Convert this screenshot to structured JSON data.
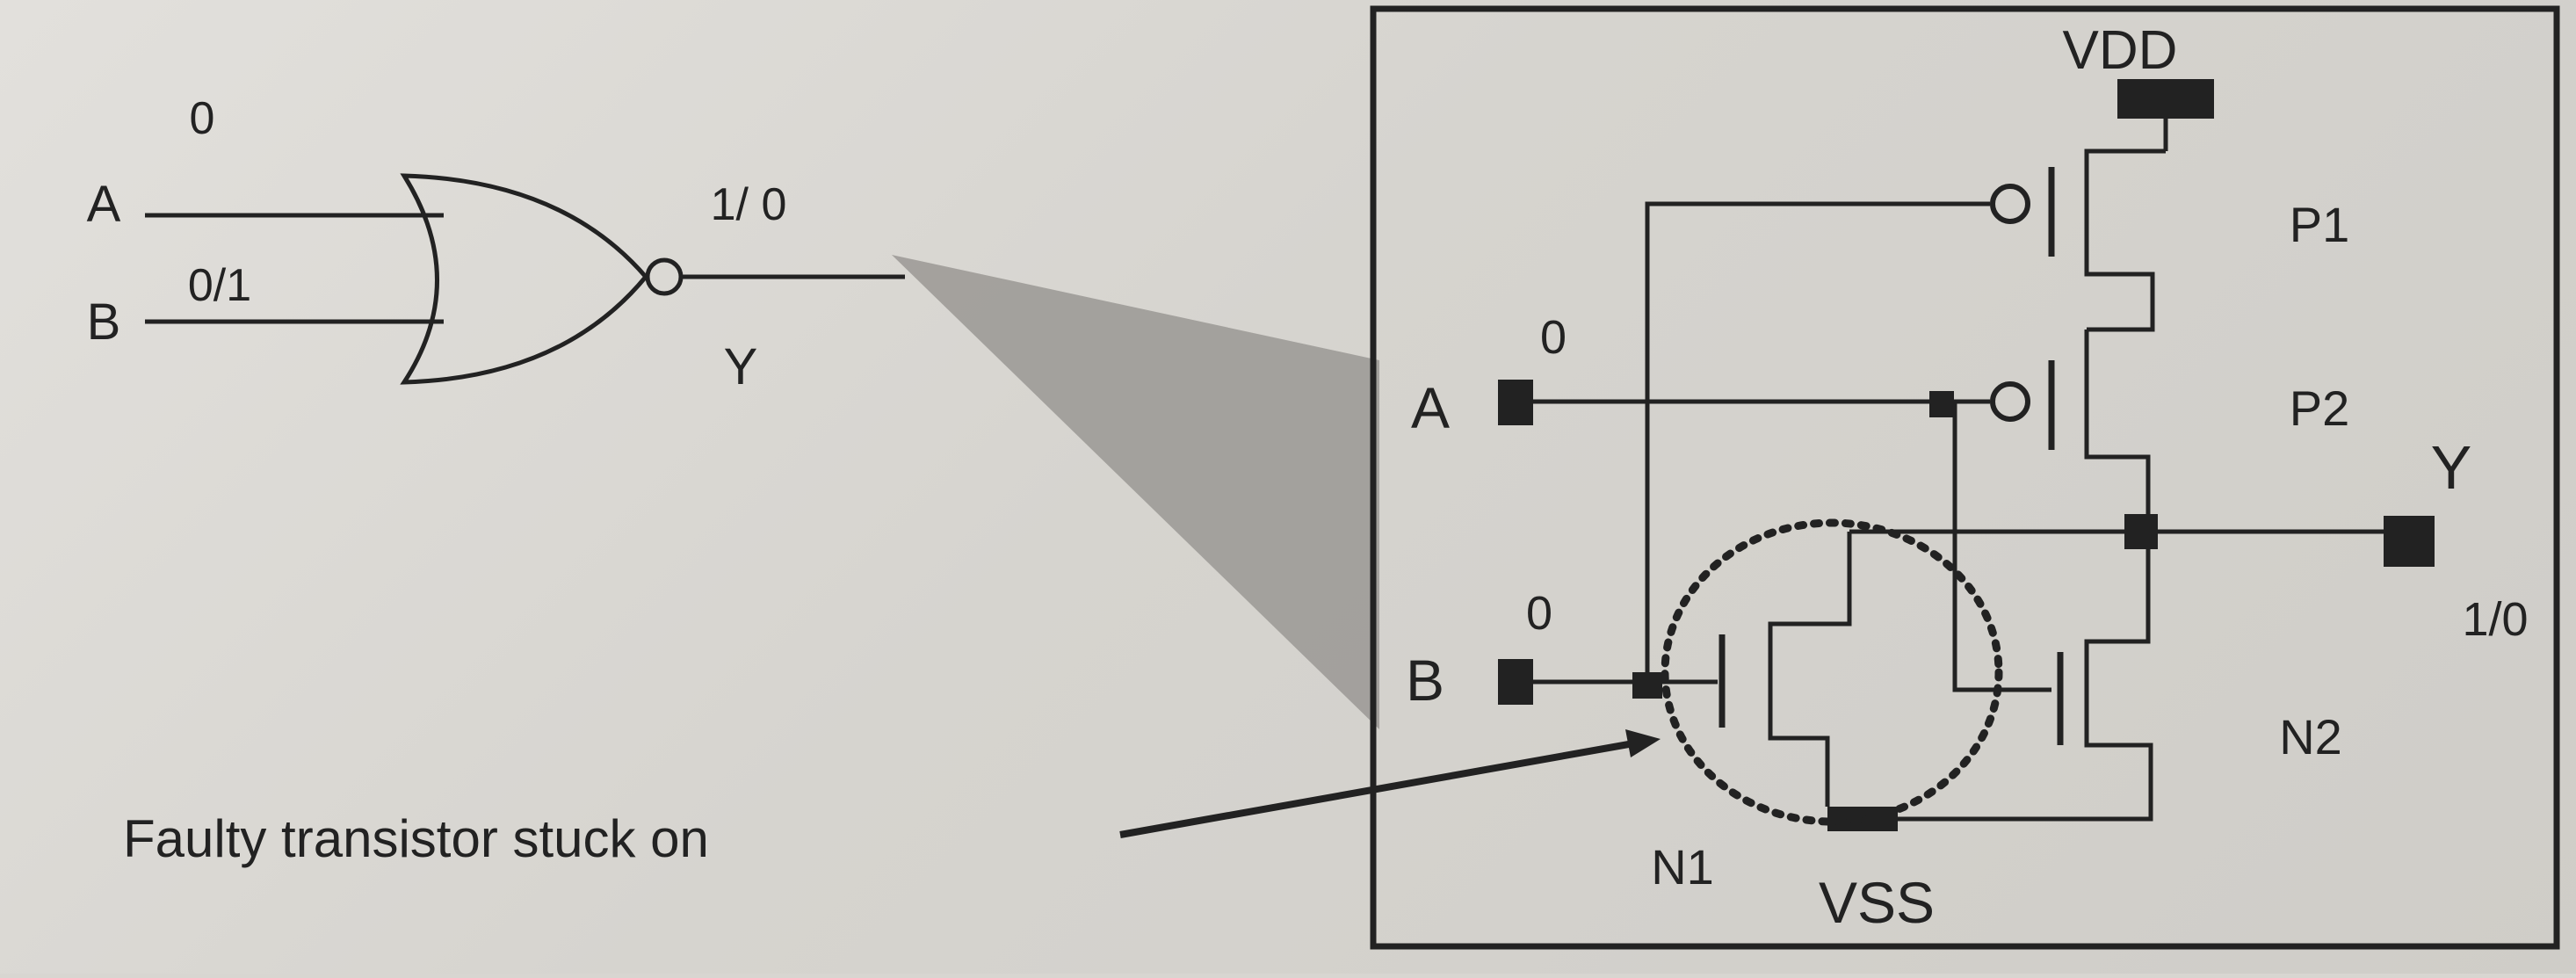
{
  "gate": {
    "input_a_label": "A",
    "input_b_label": "B",
    "input_a_value": "0",
    "input_b_value": "0/1",
    "output_value": "1/ 0",
    "output_label": "Y"
  },
  "schematic": {
    "vdd_label": "VDD",
    "vss_label": "VSS",
    "p1_label": "P1",
    "p2_label": "P2",
    "n1_label": "N1",
    "n2_label": "N2",
    "input_a_label": "A",
    "input_b_label": "B",
    "input_a_value": "0",
    "input_b_value": "0",
    "output_label": "Y",
    "output_value": "1/0"
  },
  "annotation": {
    "text": "Faulty transistor stuck on"
  },
  "colors": {
    "ink": "#222222",
    "wedge": "#9a9894",
    "paper": "#dad8d3"
  }
}
